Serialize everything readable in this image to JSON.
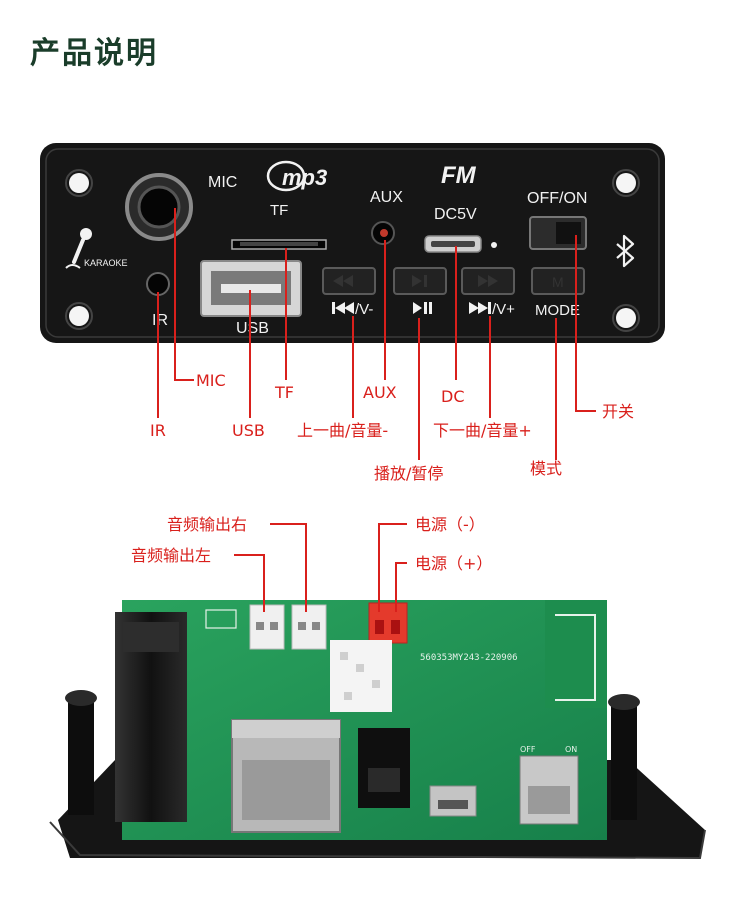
{
  "title": "产品说明",
  "panel": {
    "mic": "MIC",
    "mp3": "mp3",
    "tf": "TF",
    "aux": "AUX",
    "fm": "FM",
    "dc5v": "DC5V",
    "offon": "OFF/ON",
    "karaoke": "KARAOKE",
    "ir": "IR",
    "usb": "USB",
    "prev": "/V-",
    "next": "/V+",
    "mode": "MODE"
  },
  "callouts": {
    "mic": "MIC",
    "ir": "IR",
    "usb": "USB",
    "tf": "TF",
    "prev_vol": "上一曲/音量-",
    "aux": "AUX",
    "play_pause": "播放/暂停",
    "dc": "DC",
    "next_vol": "下一曲/音量+",
    "mode": "模式",
    "switch": "开关"
  },
  "board_callouts": {
    "audio_right": "音频输出右",
    "audio_left": "音频输出左",
    "power_neg": "电源（-）",
    "power_pos": "电源（+）"
  },
  "board": {
    "serial": "560353MY243-220906",
    "off": "OFF",
    "on": "ON"
  },
  "colors": {
    "callout": "#d9201c",
    "panel": "#161616",
    "pcb": "#1f9a55"
  }
}
